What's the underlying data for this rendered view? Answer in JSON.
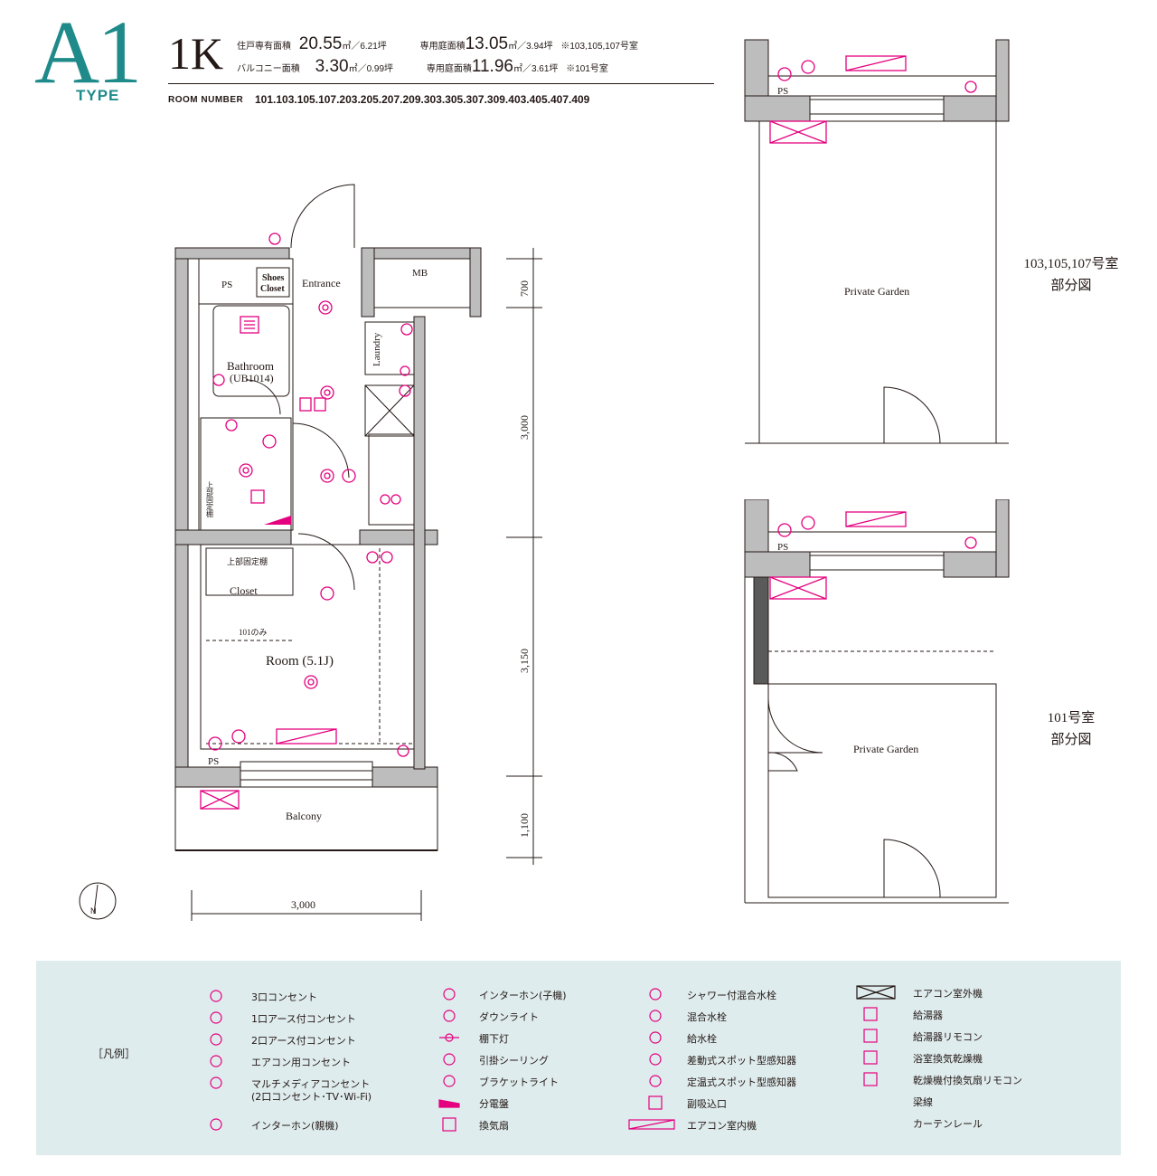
{
  "header": {
    "type_letter": "A1",
    "type_label": "TYPE",
    "layout": "1K",
    "rows": [
      {
        "label": "住戸専有面積",
        "sqm": "20.55",
        "unit": "㎡／6.21坪",
        "label2": "専用庭面積",
        "sqm2": "13.05",
        "unit2": "㎡／3.94坪",
        "note": "※103,105,107号室"
      },
      {
        "label": "バルコニー面積",
        "sqm": "3.30",
        "unit": "㎡／0.99坪",
        "label2": "専用庭面積",
        "sqm2": "11.96",
        "unit2": "㎡／3.61坪",
        "note": "※101号室"
      }
    ],
    "room_number_label": "ROOM NUMBER",
    "room_numbers": "101.103.105.107.203.205.207.209.303.305.307.309.403.405.407.409"
  },
  "plan": {
    "labels": {
      "ps_top": "PS",
      "shoes1": "Shoes",
      "shoes2": "Closet",
      "entrance": "Entrance",
      "mb": "MB",
      "laundry": "Laundry",
      "bath1": "Bathroom",
      "bath2": "(UB1014)",
      "upper_fixed": "上部固定棚",
      "upper_fixed_v": "上部固定棚",
      "closet": "Closet",
      "only101": "101のみ",
      "room": "Room (5.1J)",
      "ps_bottom": "PS",
      "balcony": "Balcony"
    },
    "dims_vertical": [
      "700",
      "3,000",
      "3,150",
      "1,100"
    ],
    "dim_horizontal": "3,000"
  },
  "partial_plans": [
    {
      "garden_label": "Private Garden",
      "ps": "PS",
      "caption1": "103,105,107号室",
      "caption2": "部分図"
    },
    {
      "garden_label": "Private Garden",
      "ps": "PS",
      "caption1": "101号室",
      "caption2": "部分図"
    }
  ],
  "legend": {
    "title": "［凡例］",
    "col1": [
      {
        "icon": "outlet-3-icon",
        "label": "3口コンセント"
      },
      {
        "icon": "outlet-earth-1-icon",
        "label": "1口アース付コンセント"
      },
      {
        "icon": "outlet-earth-2-icon",
        "label": "2口アース付コンセント"
      },
      {
        "icon": "ac-outlet-icon",
        "label": "エアコン用コンセント"
      },
      {
        "icon": "multimedia-outlet-icon",
        "label": "マルチメディアコンセント",
        "label2": "(2口コンセント･TV･Wi-Fi)"
      },
      {
        "icon": "intercom-master-icon",
        "label": "インターホン(親機)"
      }
    ],
    "col2": [
      {
        "icon": "intercom-slave-icon",
        "label": "インターホン(子機)"
      },
      {
        "icon": "downlight-icon",
        "label": "ダウンライト"
      },
      {
        "icon": "shelf-light-icon",
        "label": "棚下灯"
      },
      {
        "icon": "ceiling-hook-icon",
        "label": "引掛シーリング"
      },
      {
        "icon": "bracket-light-icon",
        "label": "ブラケットライト"
      },
      {
        "icon": "distribution-board-icon",
        "label": "分電盤"
      },
      {
        "icon": "ventilation-fan-icon",
        "label": "換気扇"
      }
    ],
    "col3": [
      {
        "icon": "shower-mixer-icon",
        "label": "シャワー付混合水栓"
      },
      {
        "icon": "mixer-faucet-icon",
        "label": "混合水栓"
      },
      {
        "icon": "water-faucet-icon",
        "label": "給水栓"
      },
      {
        "icon": "diff-detector-icon",
        "label": "差動式スポット型感知器"
      },
      {
        "icon": "fixed-temp-detector-icon",
        "label": "定温式スポット型感知器"
      },
      {
        "icon": "sub-inlet-icon",
        "label": "副吸込口"
      },
      {
        "icon": "ac-indoor-icon",
        "label": "エアコン室内機"
      }
    ],
    "col4": [
      {
        "icon": "ac-outdoor-icon",
        "label": "エアコン室外機"
      },
      {
        "icon": "water-heater-icon",
        "label": "給湯器"
      },
      {
        "icon": "heater-remote-icon",
        "label": "給湯器リモコン"
      },
      {
        "icon": "bath-dryer-icon",
        "label": "浴室換気乾燥機"
      },
      {
        "icon": "dryer-remote-icon",
        "label": "乾燥機付換気扇リモコン"
      },
      {
        "icon": "beam-line-icon",
        "label": "梁線"
      },
      {
        "icon": "curtain-rail-icon",
        "label": "カーテンレール"
      }
    ]
  },
  "colors": {
    "accent": "#1f8a8a",
    "symbol": "#e4007f",
    "wall": "#bdbdbd",
    "legend_bg": "#dfeced"
  }
}
